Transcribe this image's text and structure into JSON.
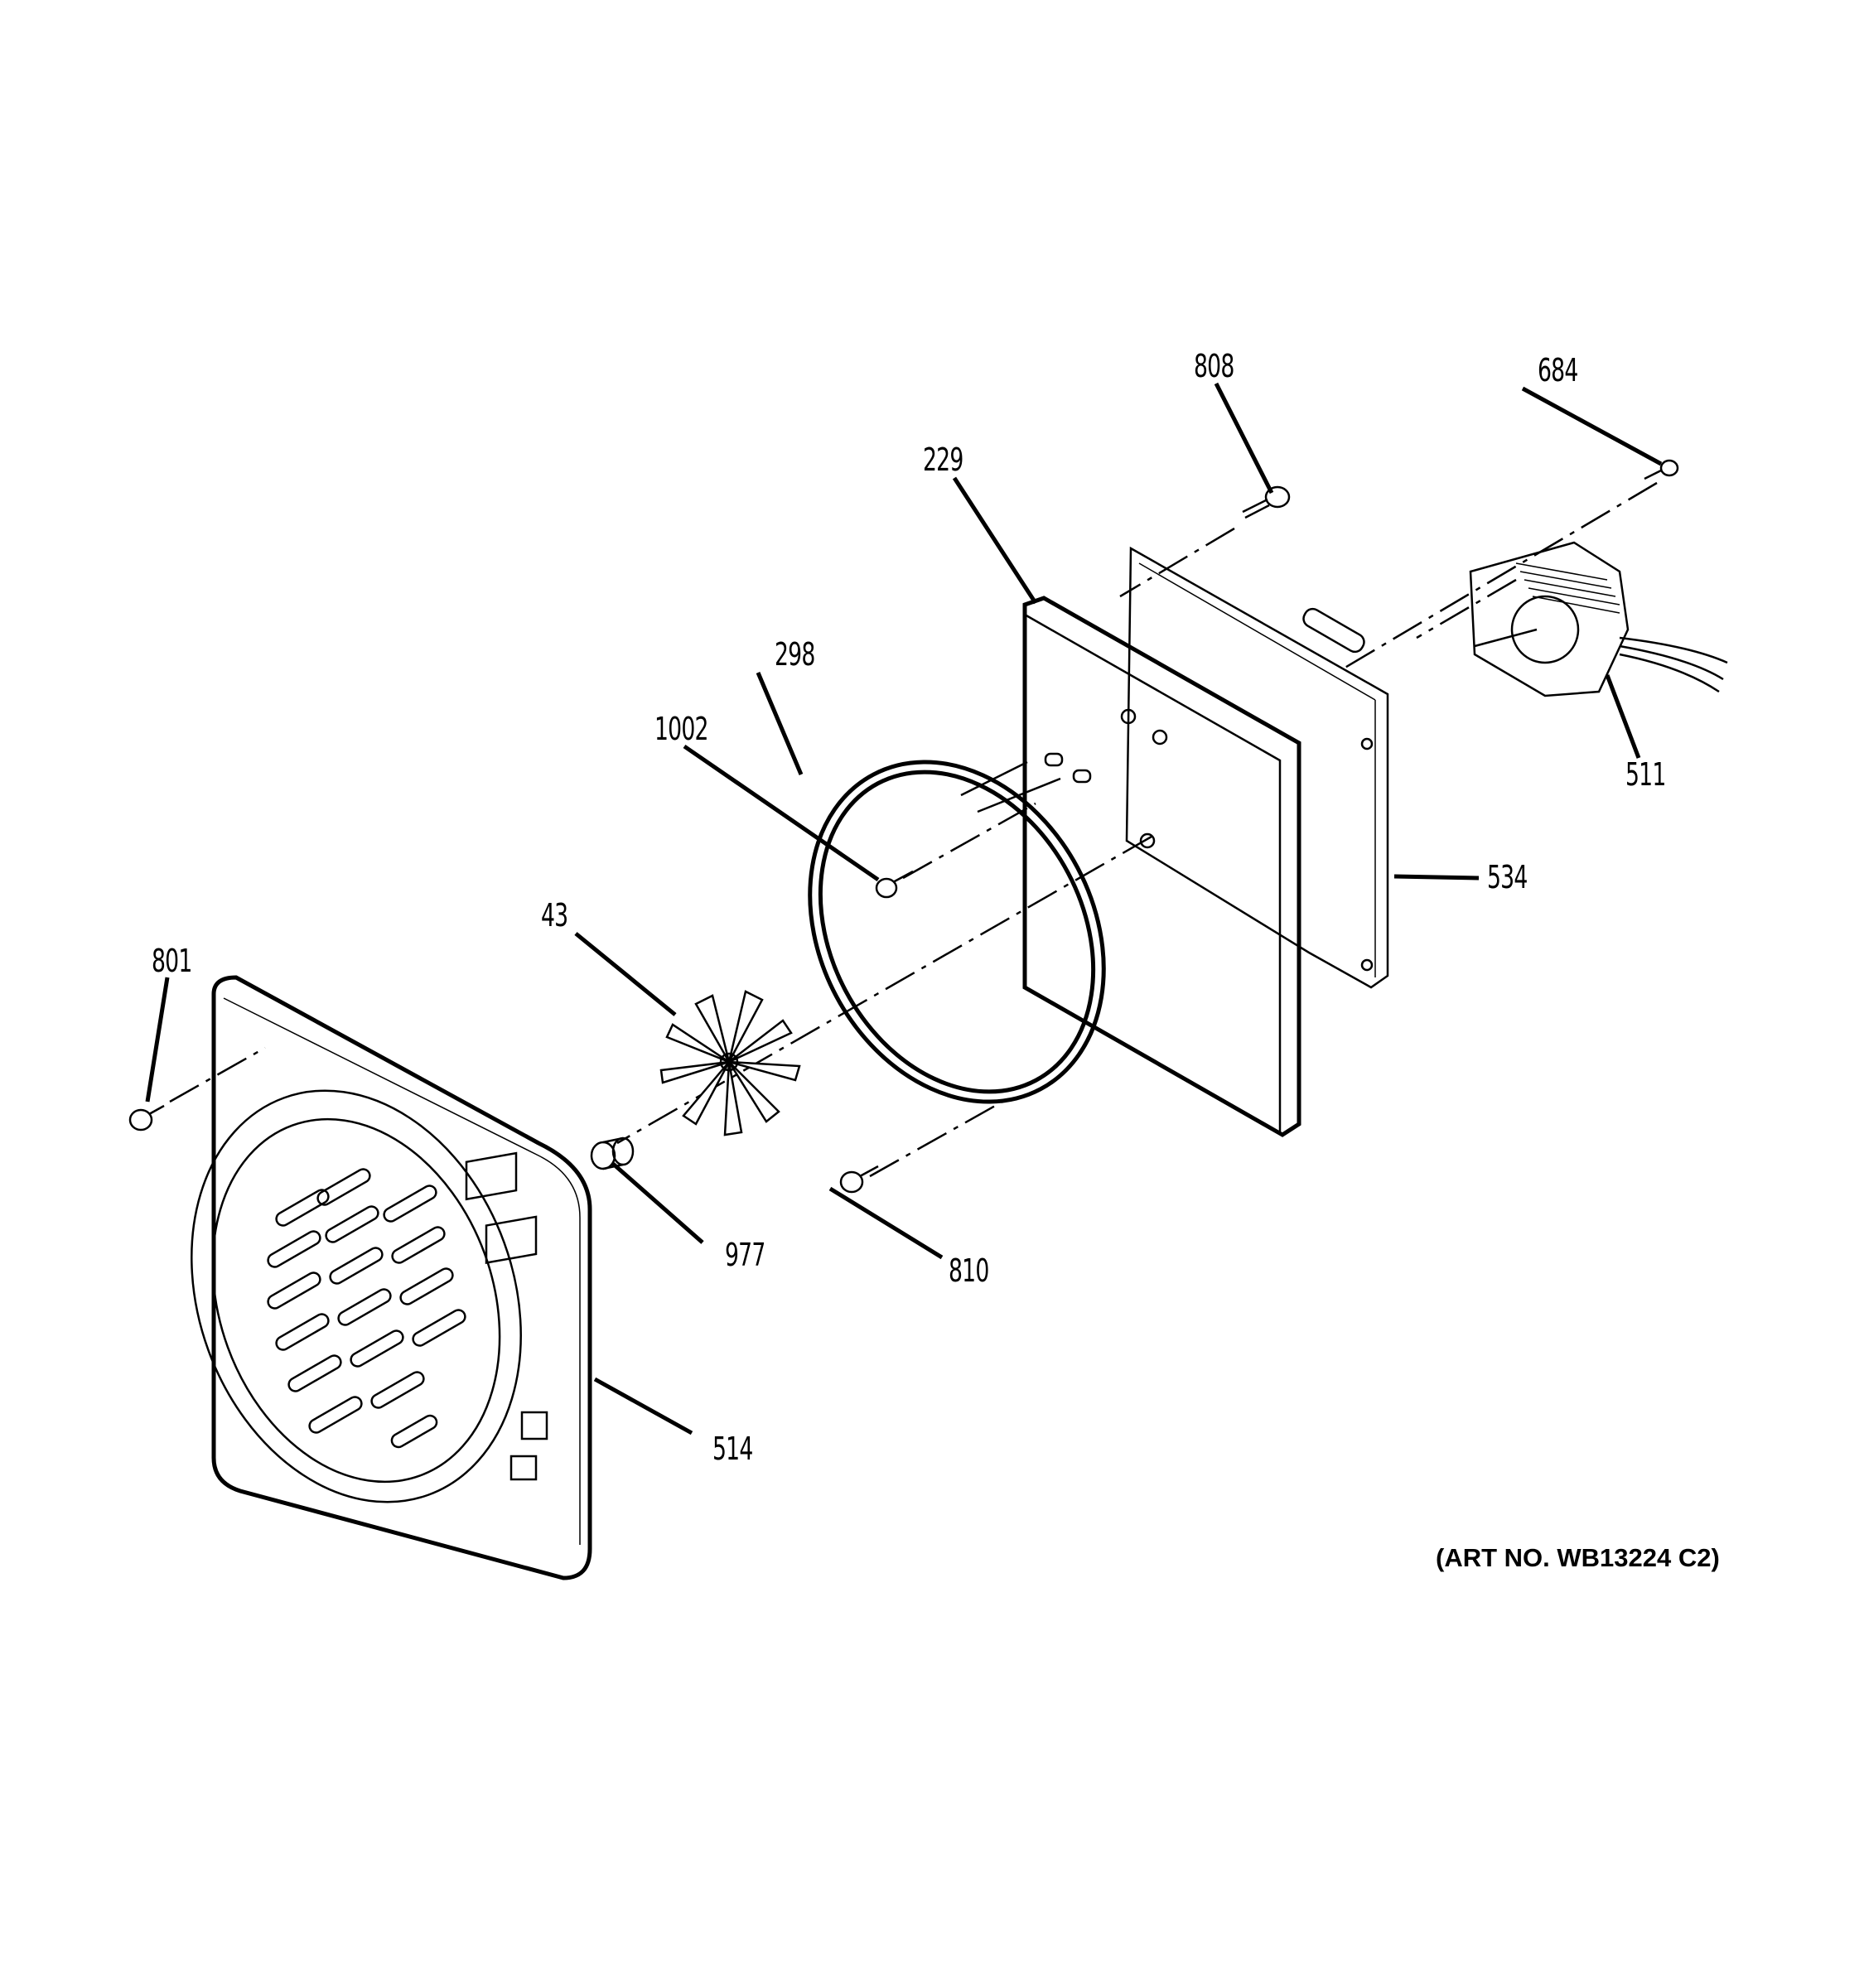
{
  "diagram": {
    "title": "Oven convection fan assembly exploded view",
    "art_number": "(ART NO. WB13224 C2)",
    "callouts": [
      {
        "id": "808",
        "label": "808",
        "part": "screw"
      },
      {
        "id": "684",
        "label": "684",
        "part": "screw"
      },
      {
        "id": "229",
        "label": "229",
        "part": "insulation"
      },
      {
        "id": "298",
        "label": "298",
        "part": "heating element ring"
      },
      {
        "id": "1002",
        "label": "1002",
        "part": "screw"
      },
      {
        "id": "511",
        "label": "511",
        "part": "convection fan motor"
      },
      {
        "id": "534",
        "label": "534",
        "part": "motor mounting bracket"
      },
      {
        "id": "43",
        "label": "43",
        "part": "fan blade"
      },
      {
        "id": "801",
        "label": "801",
        "part": "screw"
      },
      {
        "id": "977",
        "label": "977",
        "part": "nut"
      },
      {
        "id": "810",
        "label": "810",
        "part": "screw"
      },
      {
        "id": "514",
        "label": "514",
        "part": "convection cover"
      }
    ]
  }
}
